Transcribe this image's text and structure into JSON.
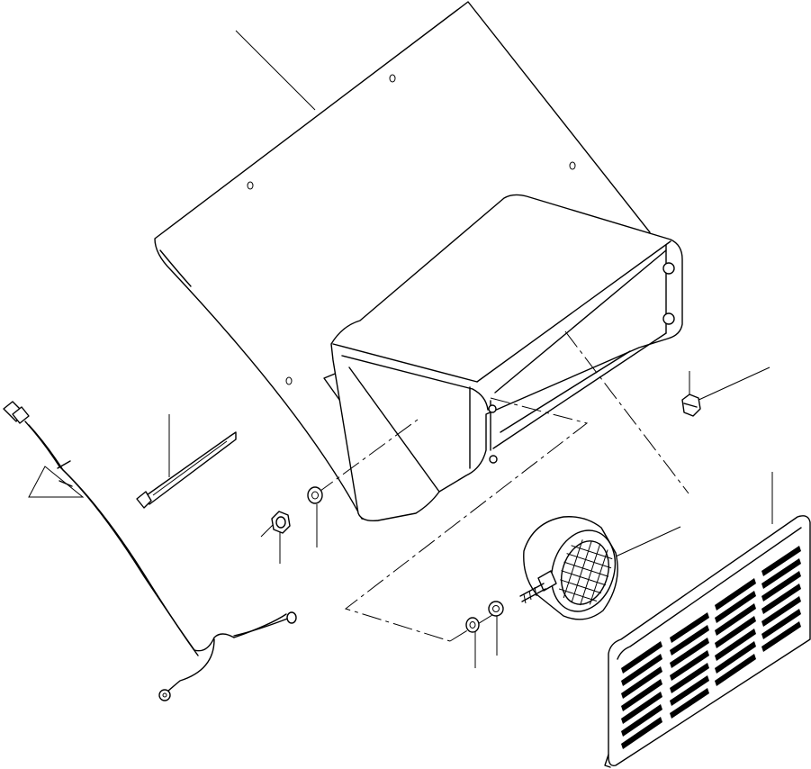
{
  "diagram": {
    "parts": [
      {
        "id": "roof-panel",
        "icon": "sheet-panel-icon"
      },
      {
        "id": "light-housing",
        "icon": "housing-icon"
      },
      {
        "id": "nut",
        "icon": "nut-icon"
      },
      {
        "id": "cable-tie",
        "icon": "cable-tie-icon"
      },
      {
        "id": "wire-harness",
        "icon": "wire-harness-icon"
      },
      {
        "id": "washer",
        "icon": "washer-icon"
      },
      {
        "id": "work-lamp",
        "icon": "lamp-icon"
      },
      {
        "id": "grille",
        "icon": "grille-icon"
      }
    ],
    "colors": {
      "line": "#000000",
      "background": "#ffffff"
    }
  }
}
